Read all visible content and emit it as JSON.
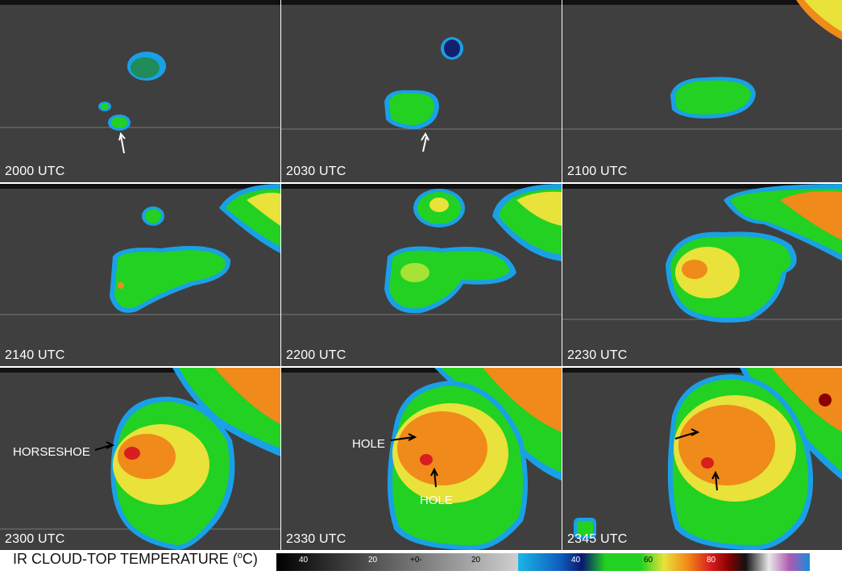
{
  "panels": [
    {
      "label": "2000 UTC"
    },
    {
      "label": "2030 UTC"
    },
    {
      "label": "2100 UTC"
    },
    {
      "label": "2140 UTC"
    },
    {
      "label": "2200 UTC"
    },
    {
      "label": "2230 UTC"
    },
    {
      "label": "2300 UTC"
    },
    {
      "label": "2330 UTC"
    },
    {
      "label": "2345 UTC"
    }
  ],
  "annotations": {
    "horseshoe": "HORSESHOE",
    "hole_top": "HOLE",
    "hole_bottom": "HOLE"
  },
  "colorbar": {
    "label": "IR CLOUD-TOP TEMPERATURE (",
    "unit_degree": "o",
    "unit_suffix": "C)",
    "ticks": [
      "40",
      "20",
      "+0-",
      "20",
      "40",
      "60",
      "80"
    ]
  },
  "colors": {
    "cloud_green": "#22d122",
    "cloud_yellow": "#e8e23a",
    "cloud_orange": "#f08a1a",
    "cloud_red": "#d81e1e",
    "edge_blue": "#1aa0e6",
    "background": "#3f3f3f"
  }
}
